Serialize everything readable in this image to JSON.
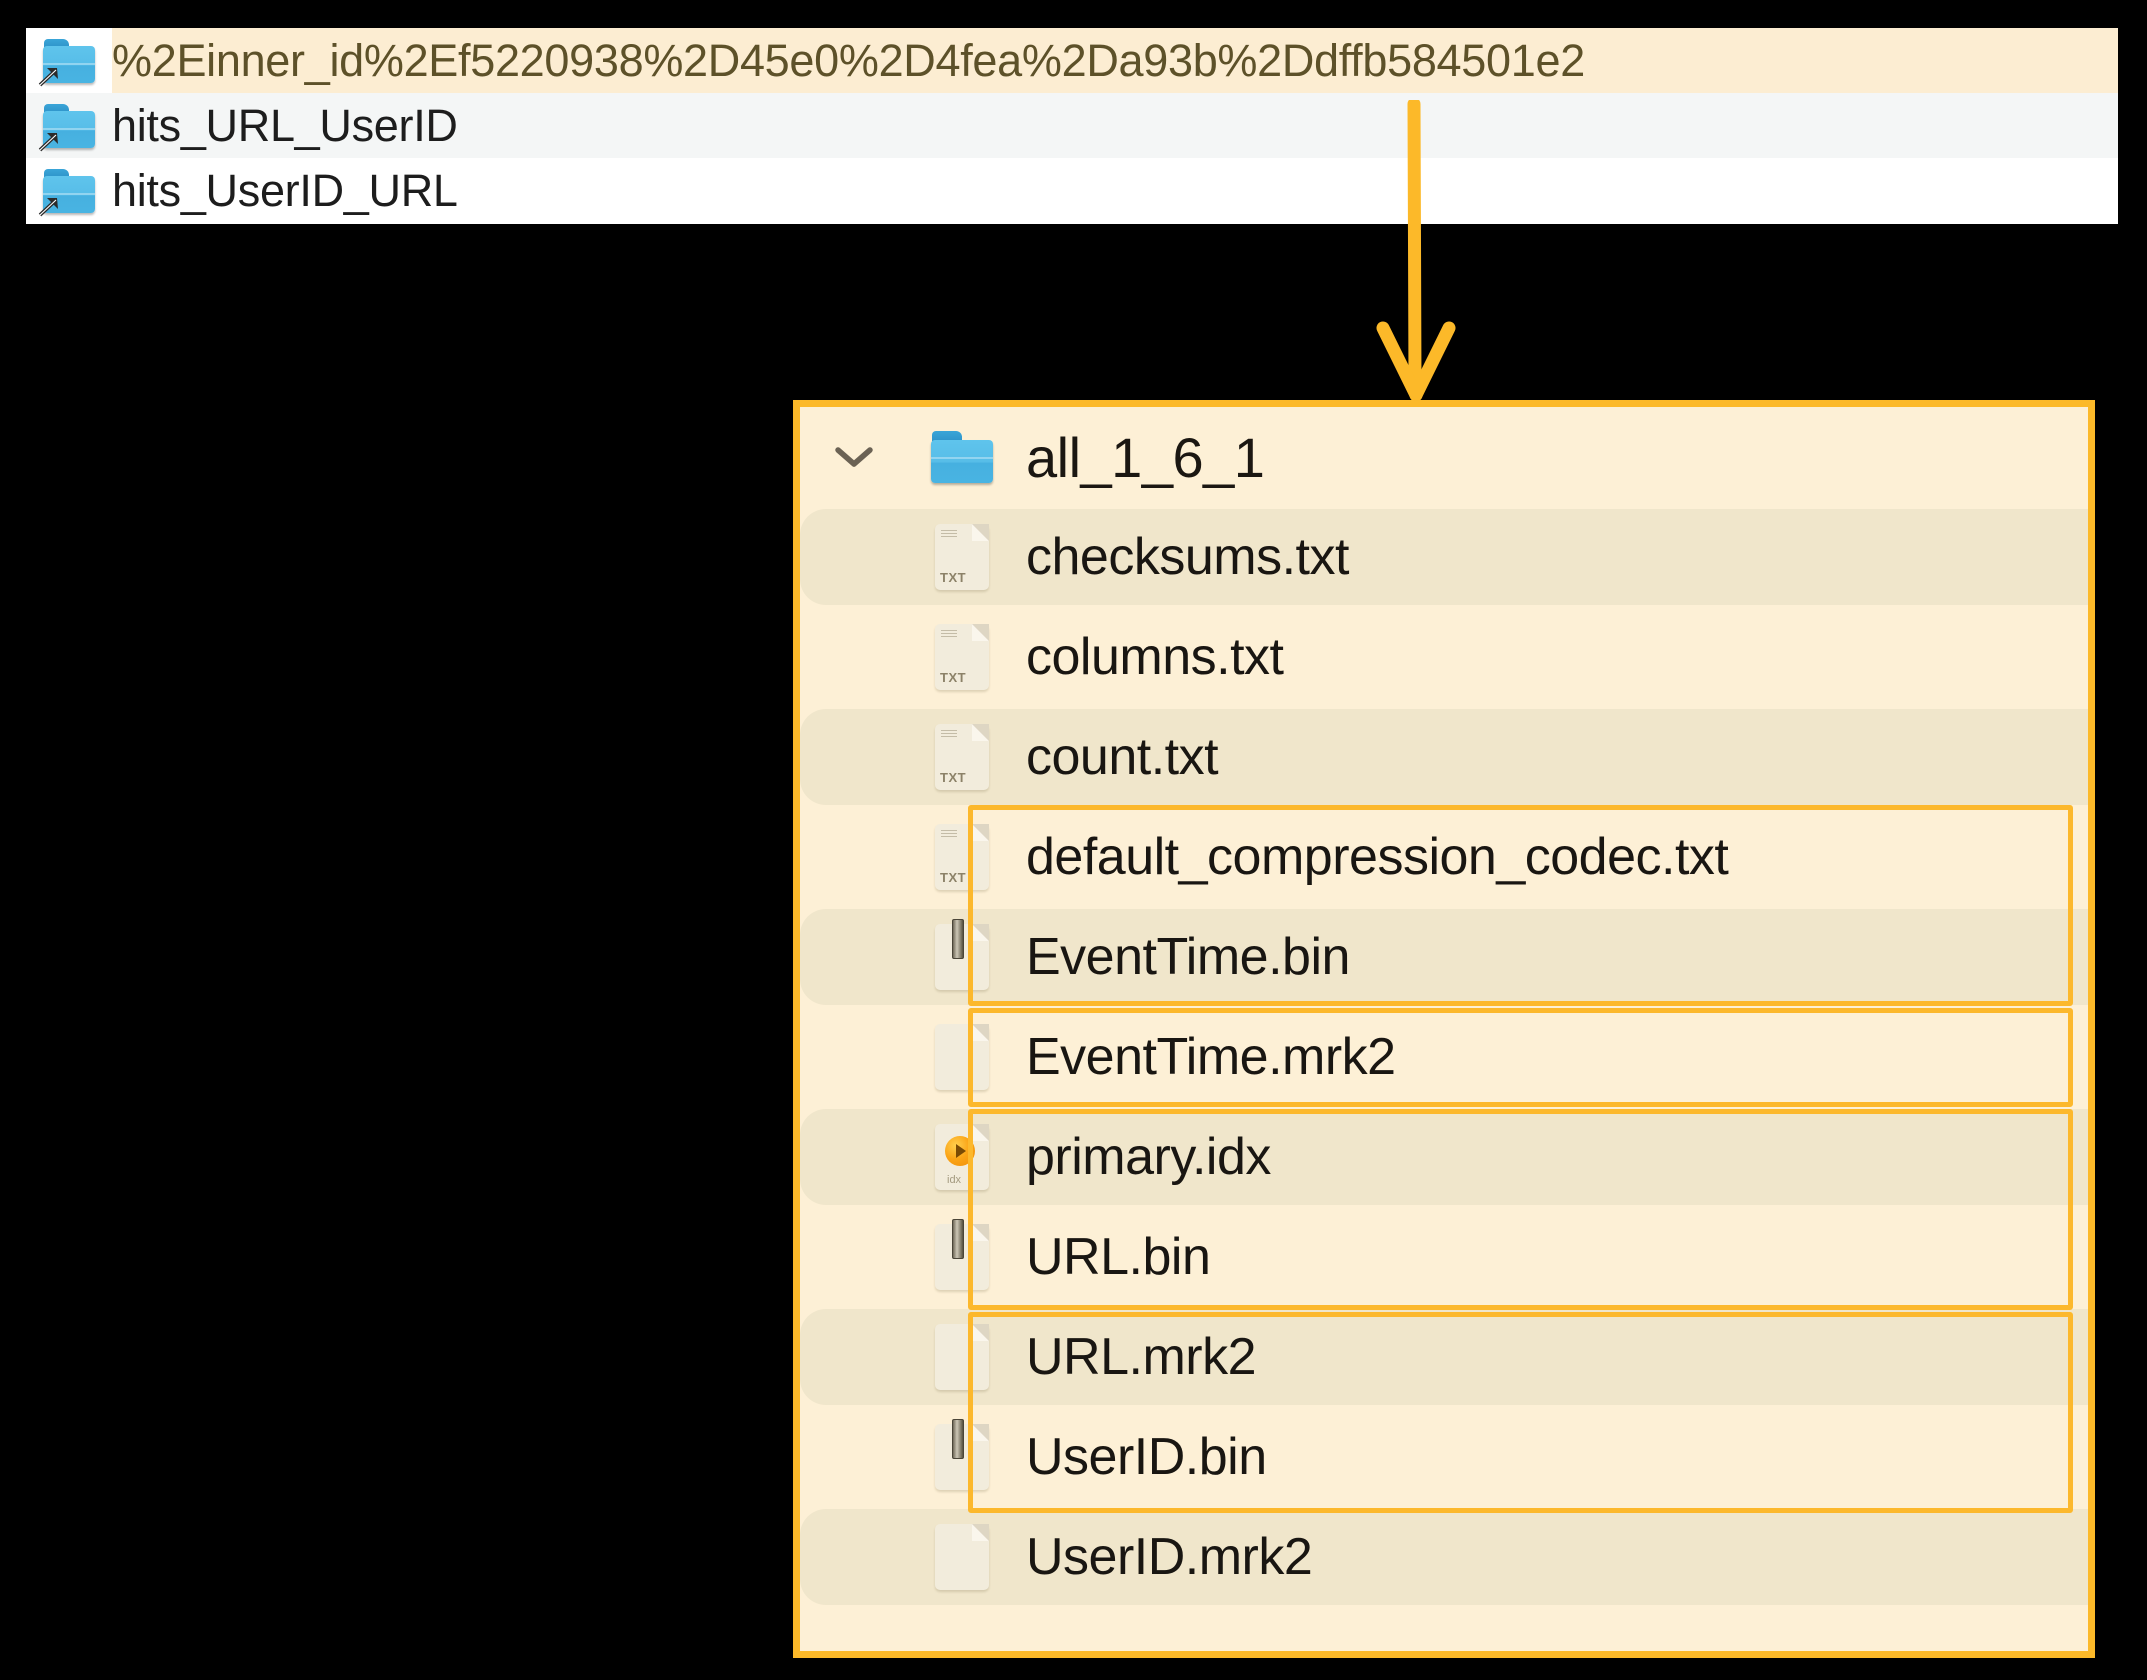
{
  "top_list": {
    "name": "folder-shortcut-list",
    "rows": [
      {
        "label": "%2Einner_id%2Ef5220938%2D45e0%2D4fea%2Da93b%2Ddffb584501e2",
        "icon": "folder-alias-icon",
        "selected": true
      },
      {
        "label": "hits_URL_UserID",
        "icon": "folder-alias-icon",
        "selected": false
      },
      {
        "label": "hits_UserID_URL",
        "icon": "folder-alias-icon",
        "selected": false
      }
    ]
  },
  "annotation": {
    "arrow": "down-arrow-annotation",
    "color": "#fcb929"
  },
  "main_panel": {
    "name": "expanded-part-directory",
    "header": {
      "label": "all_1_6_1",
      "chevron": "chevron-down-icon",
      "icon": "folder-icon",
      "expanded": true
    },
    "files": [
      {
        "label": "checksums.txt",
        "icon": "txt-file-icon",
        "highlighted": false
      },
      {
        "label": "columns.txt",
        "icon": "txt-file-icon",
        "highlighted": false
      },
      {
        "label": "count.txt",
        "icon": "txt-file-icon",
        "highlighted": false
      },
      {
        "label": "default_compression_codec.txt",
        "icon": "txt-file-icon",
        "highlighted": false
      },
      {
        "label": "EventTime.bin",
        "icon": "bin-file-icon",
        "highlighted": true
      },
      {
        "label": "EventTime.mrk2",
        "icon": "blank-file-icon",
        "highlighted": true
      },
      {
        "label": "primary.idx",
        "icon": "idx-file-icon",
        "highlighted": true
      },
      {
        "label": "URL.bin",
        "icon": "bin-file-icon",
        "highlighted": true
      },
      {
        "label": "URL.mrk2",
        "icon": "blank-file-icon",
        "highlighted": true
      },
      {
        "label": "UserID.bin",
        "icon": "bin-file-icon",
        "highlighted": true
      },
      {
        "label": "UserID.mrk2",
        "icon": "blank-file-icon",
        "highlighted": true
      }
    ]
  },
  "colors": {
    "highlight_border": "#fcb929",
    "panel_background": "#fdf0d6",
    "row_stripe": "#f0e6cb",
    "selected_row": "#fcedd2",
    "top_alt_row": "#f4f6f6"
  }
}
